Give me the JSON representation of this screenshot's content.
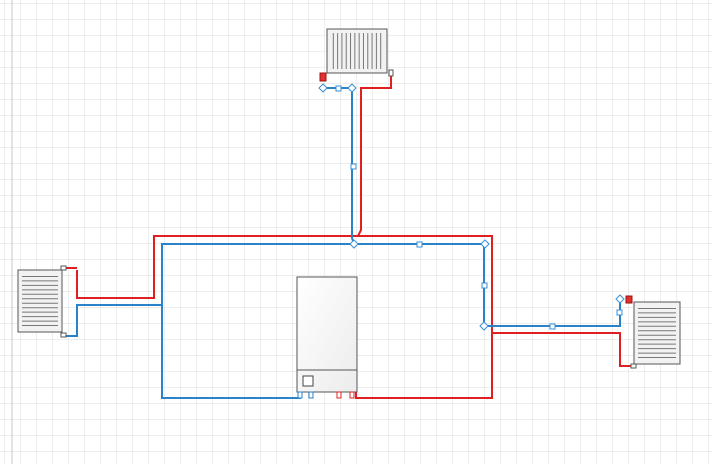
{
  "canvas": {
    "background": "#ffffff",
    "grid_color": "#dcdcdc",
    "grid_spacing_label": "grid"
  },
  "colors": {
    "supply_pipe": "#e02020",
    "return_pipe": "#2a82c8",
    "handle_fill": "#ffffff",
    "handle_stroke": "#3a8fd8",
    "valve_red": "#e03030",
    "radiator_fill": "#f2f2f2",
    "radiator_stroke": "#555555",
    "boiler_fill": "#f7f7f7",
    "boiler_stroke": "#555555"
  },
  "components": {
    "radiators": [
      {
        "id": "radiator-top",
        "orientation": "vertical-fins"
      },
      {
        "id": "radiator-left",
        "orientation": "horizontal-fins"
      },
      {
        "id": "radiator-right",
        "orientation": "horizontal-fins"
      }
    ],
    "boiler": {
      "id": "boiler",
      "has_control_panel": true,
      "connection_ports": 4
    }
  },
  "pipes": [
    {
      "id": "supply-loop",
      "type": "supply",
      "color_key": "supply_pipe"
    },
    {
      "id": "return-loop",
      "type": "return",
      "color_key": "return_pipe"
    }
  ]
}
